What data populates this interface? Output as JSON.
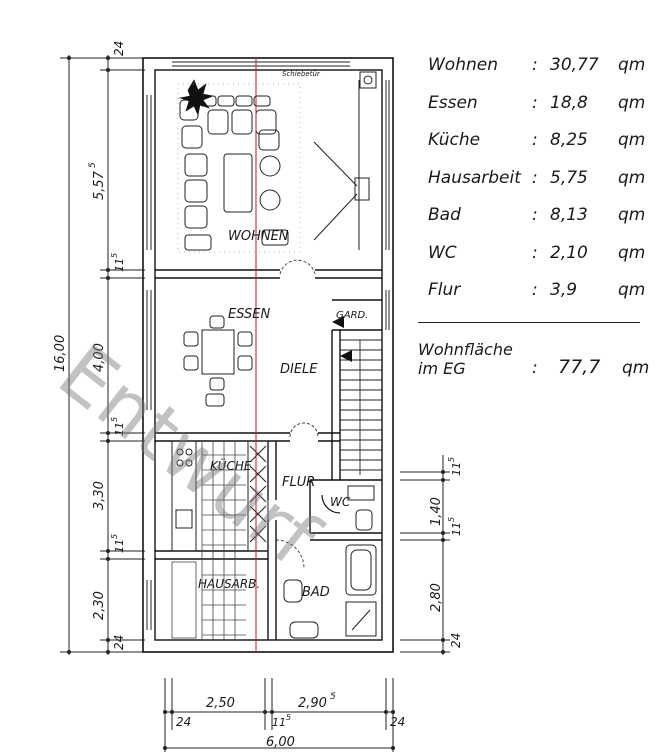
{
  "rooms": {
    "wohnen": "WOHNEN",
    "essen": "ESSEN",
    "diele": "DIELE",
    "gard": "GARD.",
    "kueche": "KÜCHE",
    "flur": "FLUR",
    "wc": "WC",
    "hausarb": "HAUSARB.",
    "bad": "BAD",
    "schiebetuer": "Schiebetür"
  },
  "dimensions": {
    "left_24_top": "24",
    "left_557": "5,57",
    "left_557_sup": "5",
    "left_115_a": "11",
    "left_115_a_sup": "5",
    "left_400": "4,00",
    "left_115_b": "11",
    "left_115_b_sup": "5",
    "left_330": "3,30",
    "left_115_c": "11",
    "left_115_c_sup": "5",
    "left_230": "2,30",
    "left_24_bottom": "24",
    "overall_height": "16,00",
    "right_115_a": "11",
    "right_115_a_sup": "5",
    "right_140": "1,40",
    "right_115_b": "11",
    "right_115_b_sup": "5",
    "right_280": "2,80",
    "right_24": "24",
    "bottom_250": "2,50",
    "bottom_2905": "2,90",
    "bottom_2905_sup": "5",
    "bottom_24_left": "24",
    "bottom_115": "11",
    "bottom_115_sup": "5",
    "bottom_24_right": "24",
    "bottom_600": "6,00"
  },
  "areas": [
    {
      "label": "Wohnen",
      "sep": ":",
      "value": "30,77",
      "unit": "qm"
    },
    {
      "label": "Essen",
      "sep": ":",
      "value": "18,8",
      "unit": "qm"
    },
    {
      "label": "Küche",
      "sep": ":",
      "value": "8,25",
      "unit": "qm"
    },
    {
      "label": "Hausarbeit",
      "sep": ":",
      "value": "5,75",
      "unit": "qm"
    },
    {
      "label": "Bad",
      "sep": ":",
      "value": "8,13",
      "unit": "qm"
    },
    {
      "label": "WC",
      "sep": ":",
      "value": "2,10",
      "unit": "qm"
    },
    {
      "label": "Flur",
      "sep": ":",
      "value": "3,9",
      "unit": "qm"
    }
  ],
  "total": {
    "label_line1": "Wohnfläche",
    "label_line2": "im EG",
    "sep": ":",
    "value": "77,7",
    "unit": "qm"
  },
  "watermark": "Entwurf"
}
